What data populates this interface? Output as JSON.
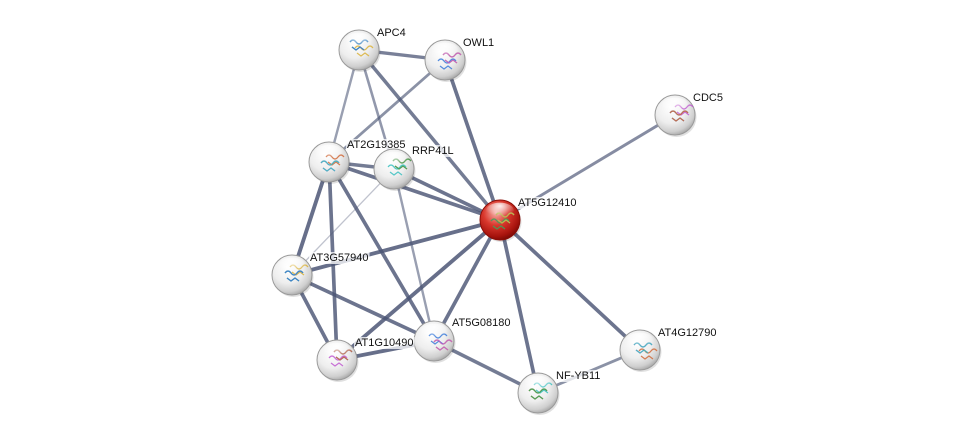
{
  "network": {
    "query_color": "#c21a14",
    "node_color": "#e8e8e8",
    "edge_color": "#4a5474",
    "nodes": [
      {
        "id": "APC4",
        "label": "APC4",
        "query": false
      },
      {
        "id": "OWL1",
        "label": "OWL1",
        "query": false
      },
      {
        "id": "CDC5",
        "label": "CDC5",
        "query": false
      },
      {
        "id": "AT2G19385",
        "label": "AT2G19385",
        "query": false
      },
      {
        "id": "RRP41L",
        "label": "RRP41L",
        "query": false
      },
      {
        "id": "AT5G12410",
        "label": "AT5G12410",
        "query": true
      },
      {
        "id": "AT3G57940",
        "label": "AT3G57940",
        "query": false
      },
      {
        "id": "AT5G08180",
        "label": "AT5G08180",
        "query": false
      },
      {
        "id": "AT1G10490",
        "label": "AT1G10490",
        "query": false
      },
      {
        "id": "AT4G12790",
        "label": "AT4G12790",
        "query": false
      },
      {
        "id": "NF-YB11",
        "label": "NF-YB11",
        "query": false
      }
    ],
    "edges": [
      {
        "source": "APC4",
        "target": "OWL1",
        "strength": 0.7
      },
      {
        "source": "APC4",
        "target": "AT2G19385",
        "strength": 0.45
      },
      {
        "source": "APC4",
        "target": "RRP41L",
        "strength": 0.5
      },
      {
        "source": "APC4",
        "target": "AT5G12410",
        "strength": 0.75
      },
      {
        "source": "OWL1",
        "target": "AT2G19385",
        "strength": 0.55
      },
      {
        "source": "OWL1",
        "target": "AT5G12410",
        "strength": 0.8
      },
      {
        "source": "CDC5",
        "target": "AT5G12410",
        "strength": 0.6
      },
      {
        "source": "AT2G19385",
        "target": "RRP41L",
        "strength": 0.75
      },
      {
        "source": "AT2G19385",
        "target": "AT5G12410",
        "strength": 0.8
      },
      {
        "source": "AT2G19385",
        "target": "AT3G57940",
        "strength": 0.85
      },
      {
        "source": "AT2G19385",
        "target": "AT1G10490",
        "strength": 0.8
      },
      {
        "source": "AT2G19385",
        "target": "AT5G08180",
        "strength": 0.8
      },
      {
        "source": "RRP41L",
        "target": "AT5G12410",
        "strength": 0.8
      },
      {
        "source": "RRP41L",
        "target": "AT3G57940",
        "strength": 0.15
      },
      {
        "source": "RRP41L",
        "target": "AT5G08180",
        "strength": 0.45
      },
      {
        "source": "AT5G12410",
        "target": "AT3G57940",
        "strength": 0.85
      },
      {
        "source": "AT5G12410",
        "target": "AT5G08180",
        "strength": 0.8
      },
      {
        "source": "AT5G12410",
        "target": "AT1G10490",
        "strength": 0.85
      },
      {
        "source": "AT5G12410",
        "target": "AT4G12790",
        "strength": 0.8
      },
      {
        "source": "AT5G12410",
        "target": "NF-YB11",
        "strength": 0.8
      },
      {
        "source": "AT3G57940",
        "target": "AT5G08180",
        "strength": 0.8
      },
      {
        "source": "AT3G57940",
        "target": "AT1G10490",
        "strength": 0.8
      },
      {
        "source": "AT5G08180",
        "target": "AT1G10490",
        "strength": 0.85
      },
      {
        "source": "AT5G08180",
        "target": "NF-YB11",
        "strength": 0.75
      },
      {
        "source": "AT4G12790",
        "target": "NF-YB11",
        "strength": 0.55
      }
    ]
  }
}
